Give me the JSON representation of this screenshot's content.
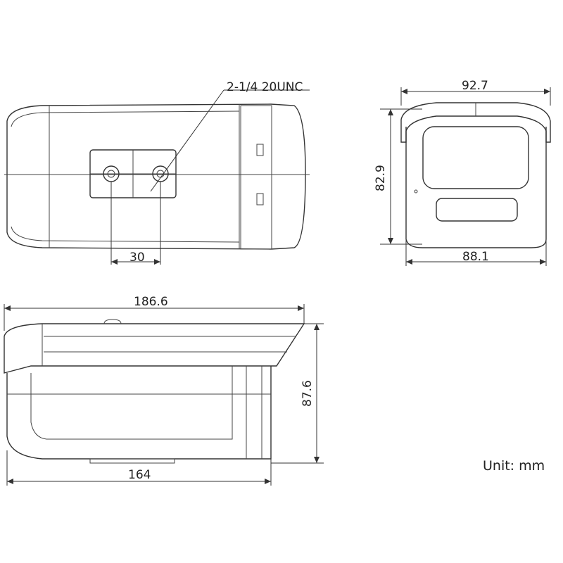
{
  "labels": {
    "thread": "2-1/4 20UNC",
    "hole_spacing": "30",
    "front_width_top": "92.7",
    "front_height": "82.9",
    "front_width_bottom": "88.1",
    "total_length": "186.6",
    "body_length": "164",
    "side_height": "87.6",
    "unit": "Unit: mm"
  }
}
